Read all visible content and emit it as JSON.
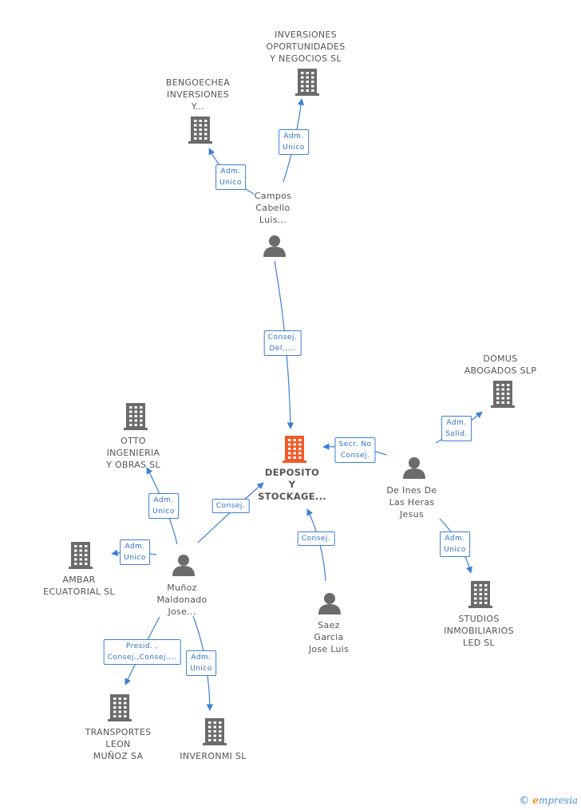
{
  "colors": {
    "edge": "#3d7fd6",
    "company": "#6b6b6b",
    "main_company": "#f05a28",
    "person": "#6b6b6b"
  },
  "nodes": [
    {
      "id": "main",
      "kind": "company",
      "main": true,
      "label": "DEPOSITO\nY\nSTOCKAGE..."
    },
    {
      "id": "inv_oport",
      "kind": "company",
      "label": "INVERSIONES\nOPORTUNIDADES\nY NEGOCIOS SL"
    },
    {
      "id": "bengoechea",
      "kind": "company",
      "label": "BENGOECHEA\nINVERSIONES\nY..."
    },
    {
      "id": "campos",
      "kind": "person",
      "label": "Campos\nCabello\nLuis..."
    },
    {
      "id": "domus",
      "kind": "company",
      "label": "DOMUS\nABOGADOS SLP"
    },
    {
      "id": "deines",
      "kind": "person",
      "label": "De Ines De\nLas Heras\nJesus"
    },
    {
      "id": "studios",
      "kind": "company",
      "label": "STUDIOS\nINMOBILIARIOS\nLED SL"
    },
    {
      "id": "otto",
      "kind": "company",
      "label": "OTTO\nINGENIERIA\nY OBRAS SL"
    },
    {
      "id": "ambar",
      "kind": "company",
      "label": "AMBAR\nECUATORIAL SL"
    },
    {
      "id": "munoz",
      "kind": "person",
      "label": "Muñoz\nMaldonado\nJose..."
    },
    {
      "id": "saez",
      "kind": "person",
      "label": "Saez\nGarcia\nJose Luis"
    },
    {
      "id": "transportes",
      "kind": "company",
      "label": "TRANSPORTES\nLEON\nMUÑOZ SA"
    },
    {
      "id": "inveronmi",
      "kind": "company",
      "label": "INVERONMI SL"
    }
  ],
  "edges": [
    {
      "from": "campos",
      "to": "inv_oport",
      "label": "Adm.\nUnico"
    },
    {
      "from": "campos",
      "to": "bengoechea",
      "label": "Adm.\nUnico"
    },
    {
      "from": "campos",
      "to": "main",
      "label": "Consej.\nDel.,..."
    },
    {
      "from": "deines",
      "to": "domus",
      "label": "Adm.\nSolid."
    },
    {
      "from": "deines",
      "to": "main",
      "label": "Secr. No\nConsej."
    },
    {
      "from": "deines",
      "to": "studios",
      "label": "Adm.\nUnico"
    },
    {
      "from": "munoz",
      "to": "otto",
      "label": "Adm.\nUnico"
    },
    {
      "from": "munoz",
      "to": "ambar",
      "label": "Adm.\nUnico"
    },
    {
      "from": "munoz",
      "to": "main",
      "label": "Consej."
    },
    {
      "from": "saez",
      "to": "main",
      "label": "Consej."
    },
    {
      "from": "munoz",
      "to": "transportes",
      "label": "Presid. ,\nConsej.,Consej...."
    },
    {
      "from": "munoz",
      "to": "inveronmi",
      "label": "Adm.\nUnico"
    }
  ],
  "footer": {
    "copyright": "©",
    "brand_initial": "e",
    "brand_rest": "mpresia"
  }
}
